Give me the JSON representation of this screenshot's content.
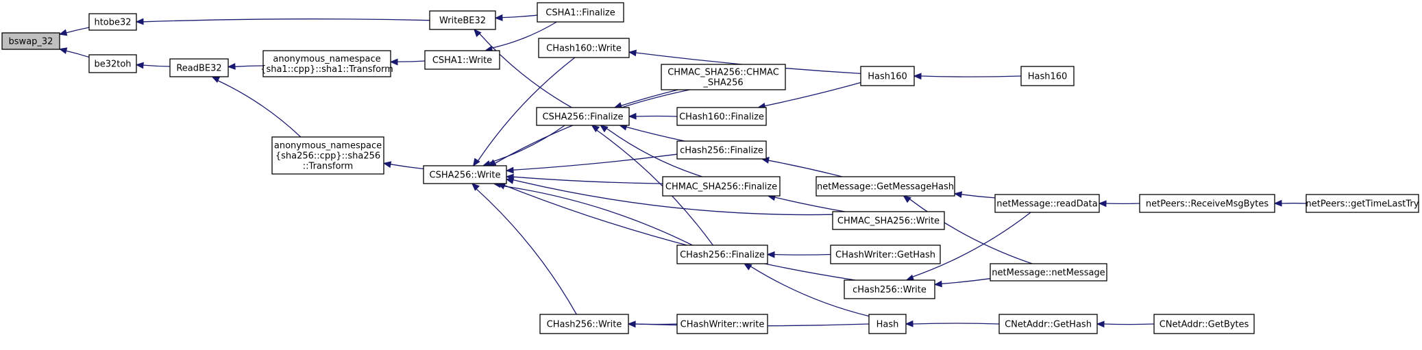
{
  "diagram": {
    "colors": {
      "edge": "#191970",
      "node_border": "#000000",
      "root_fill": "#bfbfbf",
      "node_fill": "#ffffff"
    },
    "nodes": {
      "bswap32": {
        "lines": [
          "bswap_32"
        ],
        "root": true
      },
      "htobe32": {
        "lines": [
          "htobe32"
        ]
      },
      "be32toh": {
        "lines": [
          "be32toh"
        ]
      },
      "readbe32": {
        "lines": [
          "ReadBE32"
        ]
      },
      "writebe32": {
        "lines": [
          "WriteBE32"
        ]
      },
      "sha1transform": {
        "lines": [
          "anonymous_namespace",
          "{sha1::cpp}::sha1::Transform"
        ]
      },
      "sha256transform": {
        "lines": [
          "anonymous_namespace",
          "{sha256::cpp}::sha256",
          "::Transform"
        ]
      },
      "csha1final": {
        "lines": [
          "CSHA1::Finalize"
        ]
      },
      "csha1write": {
        "lines": [
          "CSHA1::Write"
        ]
      },
      "csha256write": {
        "lines": [
          "CSHA256::Write"
        ]
      },
      "csha256final": {
        "lines": [
          "CSHA256::Finalize"
        ]
      },
      "chash160write": {
        "lines": [
          "CHash160::Write"
        ]
      },
      "chmacctor": {
        "lines": [
          "CHMAC_SHA256::CHMAC",
          "_SHA256"
        ]
      },
      "chash160final": {
        "lines": [
          "CHash160::Finalize"
        ]
      },
      "chash256finalc": {
        "lines": [
          "cHash256::Finalize"
        ]
      },
      "chmacfinal": {
        "lines": [
          "CHMAC_SHA256::Finalize"
        ]
      },
      "chmacwrite": {
        "lines": [
          "CHMAC_SHA256::Write"
        ]
      },
      "chash256final": {
        "lines": [
          "CHash256::Finalize"
        ]
      },
      "chash256writec": {
        "lines": [
          "cHash256::Write"
        ]
      },
      "chash256write": {
        "lines": [
          "CHash256::Write"
        ]
      },
      "chashwriterwrite": {
        "lines": [
          "CHashWriter::write"
        ]
      },
      "chashwritergethash": {
        "lines": [
          "CHashWriter::GetHash"
        ]
      },
      "hash160a": {
        "lines": [
          "Hash160"
        ]
      },
      "hash160b": {
        "lines": [
          "Hash160"
        ]
      },
      "netmsggethash": {
        "lines": [
          "netMessage::GetMessageHash"
        ]
      },
      "netmsgreaddata": {
        "lines": [
          "netMessage::readData"
        ]
      },
      "netmsgctor": {
        "lines": [
          "netMessage::netMessage"
        ]
      },
      "netpeersrecv": {
        "lines": [
          "netPeers::ReceiveMsgBytes"
        ]
      },
      "netpeersgettime": {
        "lines": [
          "netPeers::getTimeLastTry"
        ]
      },
      "hash": {
        "lines": [
          "Hash"
        ]
      },
      "cnetaddrgethash": {
        "lines": [
          "CNetAddr::GetHash"
        ]
      },
      "cnetaddrgetbytes": {
        "lines": [
          "CNetAddr::GetBytes"
        ]
      }
    },
    "edges": [
      [
        "htobe32",
        "bswap32"
      ],
      [
        "be32toh",
        "bswap32"
      ],
      [
        "writebe32",
        "htobe32"
      ],
      [
        "readbe32",
        "be32toh"
      ],
      [
        "csha1final",
        "writebe32"
      ],
      [
        "csha256final",
        "writebe32"
      ],
      [
        "sha1transform",
        "readbe32"
      ],
      [
        "sha256transform",
        "readbe32"
      ],
      [
        "csha1write",
        "sha1transform"
      ],
      [
        "csha1final",
        "csha1write"
      ],
      [
        "csha256write",
        "sha256transform"
      ],
      [
        "chash160write",
        "csha256write"
      ],
      [
        "chmacctor",
        "csha256write"
      ],
      [
        "csha256final",
        "csha256write"
      ],
      [
        "chash256finalc",
        "csha256write"
      ],
      [
        "chmacfinal",
        "csha256write"
      ],
      [
        "chmacwrite",
        "csha256write"
      ],
      [
        "chash256final",
        "csha256write"
      ],
      [
        "chash256writec",
        "csha256write"
      ],
      [
        "chash256write",
        "csha256write"
      ],
      [
        "chmacctor",
        "csha256final"
      ],
      [
        "chash160final",
        "csha256final"
      ],
      [
        "chash256finalc",
        "csha256final"
      ],
      [
        "chmacfinal",
        "csha256final"
      ],
      [
        "chash256final",
        "csha256final"
      ],
      [
        "hash160a",
        "chash160write"
      ],
      [
        "hash160a",
        "chash160final"
      ],
      [
        "hash160b",
        "hash160a"
      ],
      [
        "netmsggethash",
        "chash256finalc"
      ],
      [
        "chmacwrite",
        "chmacfinal"
      ],
      [
        "chashwritergethash",
        "chash256final"
      ],
      [
        "hash",
        "chash256final"
      ],
      [
        "netmsgreaddata",
        "netmsggethash"
      ],
      [
        "netmsgctor",
        "netmsggethash"
      ],
      [
        "netmsgreaddata",
        "chash256writec"
      ],
      [
        "netmsgctor",
        "chash256writec"
      ],
      [
        "netpeersrecv",
        "netmsgreaddata"
      ],
      [
        "netpeersgettime",
        "netpeersrecv"
      ],
      [
        "chashwriterwrite",
        "chash256write"
      ],
      [
        "hash",
        "chash256write"
      ],
      [
        "cnetaddrgethash",
        "hash"
      ],
      [
        "cnetaddrgetbytes",
        "cnetaddrgethash"
      ]
    ]
  }
}
